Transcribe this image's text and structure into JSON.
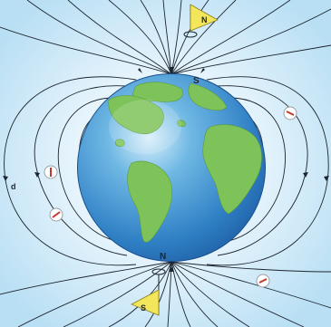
{
  "diagram": {
    "globe": {
      "top_pole_label": "S",
      "bottom_pole_label": "N"
    },
    "flags": {
      "top_label": "N",
      "bottom_label": "S"
    },
    "edge_text": "d",
    "colors": {
      "sky": "#c7e7f7",
      "ocean": "#2f7fc5",
      "land": "#7ec35a",
      "flag": "#f3e65a",
      "field_line": "#1c2530",
      "compass_needle": "#c8372d"
    }
  }
}
